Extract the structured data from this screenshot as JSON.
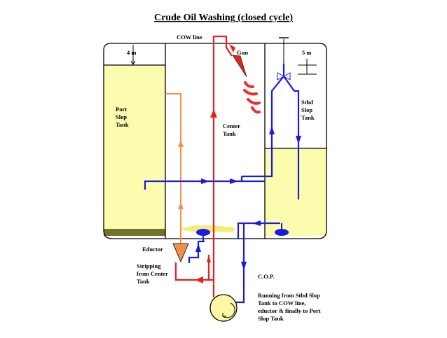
{
  "title": "Crude Oil Washing (closed cycle)",
  "labels": {
    "cow_line": "COW line",
    "gun": "Gun",
    "port_depth": "4 m",
    "stbd_depth": "5 m",
    "port_tank": [
      "Port",
      "Slop",
      "Tank"
    ],
    "center_tank": [
      "Center",
      "Tank"
    ],
    "stbd_tank": [
      "Stbd",
      "Slop",
      "Tank"
    ],
    "eductor": "Eductor",
    "stripping": [
      "Stripping",
      "from Center",
      "Tank"
    ],
    "cop": "C.O.P.",
    "running": [
      "Running from Stbd Slop",
      "Tank to COW line,",
      "eductor & finally to Port",
      "Slop Tank"
    ]
  },
  "colors": {
    "oil_fill": "#fcfcae",
    "sludge": "#73722a",
    "cow_line": "#e8201e",
    "recirculation": "#1a1ae0",
    "stripping": "#f2904a",
    "pump_fill": "#fff9a6",
    "wash_jet": "#ee2c2c",
    "sediment": "#f6ef6a",
    "tank_outline": "#000000"
  },
  "icons": [
    "pump-icon",
    "eductor-icon",
    "valve-icon",
    "gun-nozzle-icon",
    "flow-arrow-icon"
  ]
}
